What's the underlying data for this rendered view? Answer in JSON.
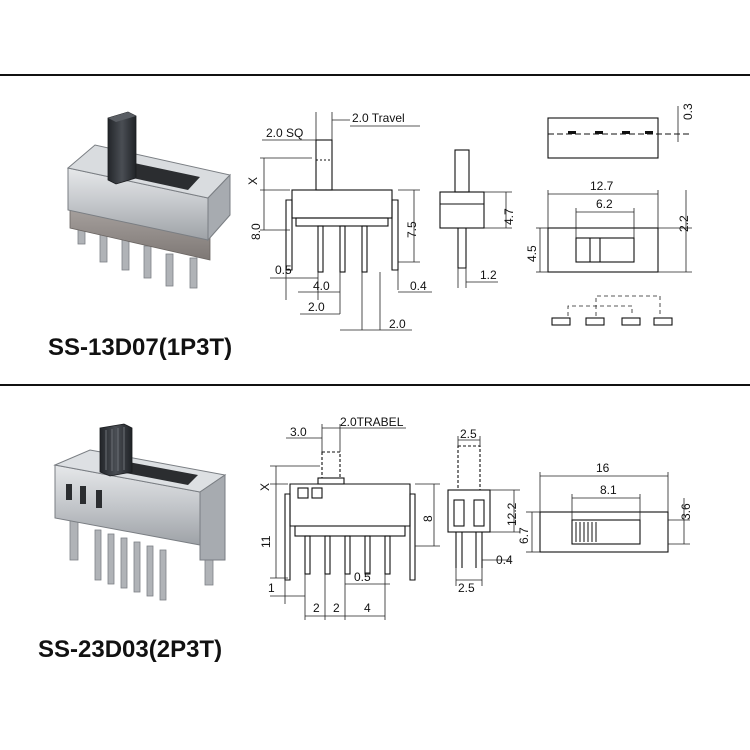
{
  "products": [
    {
      "model": "SS-13D07(1P3T)",
      "dims": {
        "travel": "2.0 Travel",
        "sq": "2.0 SQ",
        "x": "X",
        "h8": "8.0",
        "h75": "7.5",
        "p05": "0.5",
        "p40": "4.0",
        "p20a": "2.0",
        "p20b": "2.0",
        "p04": "0.4",
        "s47": "4.7",
        "s12": "1.2",
        "t03": "0.3",
        "w127": "12.7",
        "w62": "6.2",
        "h22": "2.2",
        "h45": "4.5"
      }
    },
    {
      "model": "SS-23D03(2P3T)",
      "dims": {
        "travel": "2.0TRABEL",
        "w30": "3.0",
        "x": "X",
        "h11": "11",
        "h8": "8",
        "p1": "1",
        "p05": "0.5",
        "p2a": "2",
        "p2b": "2",
        "p4": "4",
        "s25a": "2.5",
        "s122": "12.2",
        "s04": "0.4",
        "s25b": "2.5",
        "w16": "16",
        "w81": "8.1",
        "h67": "6.7",
        "h36": "3.6"
      }
    }
  ],
  "colors": {
    "line": "#111111",
    "dim": "#222222",
    "metal": "#c9ccd0",
    "knob": "#3a3d42"
  }
}
